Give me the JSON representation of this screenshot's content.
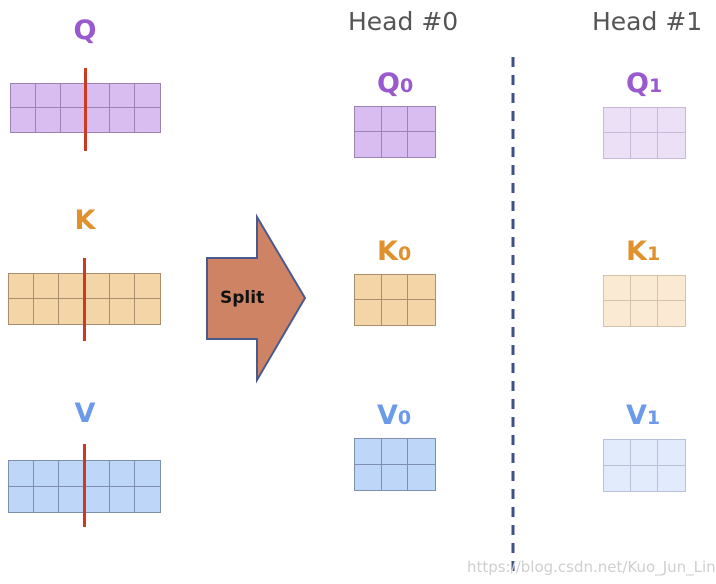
{
  "source": {
    "q_label": "Q",
    "k_label": "K",
    "v_label": "V"
  },
  "arrow": {
    "label": "Split"
  },
  "heads": [
    {
      "title": "Head #0",
      "q": "Q",
      "q_sub": "0",
      "k": "K",
      "k_sub": "0",
      "v": "V",
      "v_sub": "0"
    },
    {
      "title": "Head #1",
      "q": "Q",
      "q_sub": "1",
      "k": "K",
      "k_sub": "1",
      "v": "V",
      "v_sub": "1"
    }
  ],
  "watermark": "https://blog.csdn.net/Kuo_Jun_Lin",
  "colors": {
    "q_text": "#9b59d0",
    "k_text": "#e0912e",
    "v_text": "#6b9ae8",
    "q_fill": "#d9bdf0",
    "q_line": "#9b84b4",
    "k_fill": "#f3d5a8",
    "k_line": "#a88f6e",
    "v_fill": "#bed6f8",
    "v_line": "#7f8fb0",
    "q_fill_light": "#ece0f7",
    "q_line_light": "#c9b9d9",
    "k_fill_light": "#faead3",
    "k_line_light": "#d4c3ab",
    "v_fill_light": "#e1ebfb",
    "v_line_light": "#b7c2d8",
    "cut_line": "#cc3a22",
    "arrow_fill": "#cf8365",
    "arrow_stroke": "#4a5a8c",
    "divider": "#3f5186"
  }
}
